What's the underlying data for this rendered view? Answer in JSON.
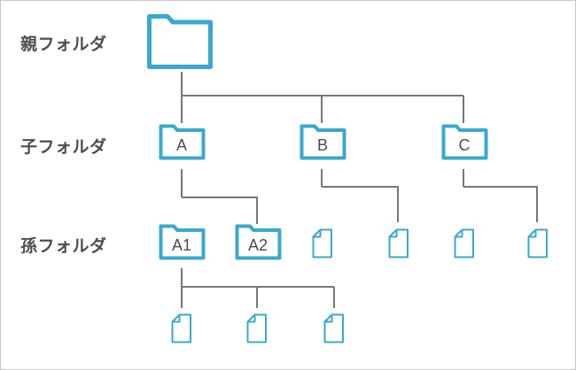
{
  "labels": {
    "parent": "親フォルダ",
    "child": "子フォルダ",
    "grandchild": "孫フォルダ"
  },
  "folders": {
    "a": "A",
    "b": "B",
    "c": "C",
    "a1": "A1",
    "a2": "A2"
  },
  "colors": {
    "accent": "#3aa8cf",
    "line": "#777777",
    "text": "#4d4d4d"
  }
}
